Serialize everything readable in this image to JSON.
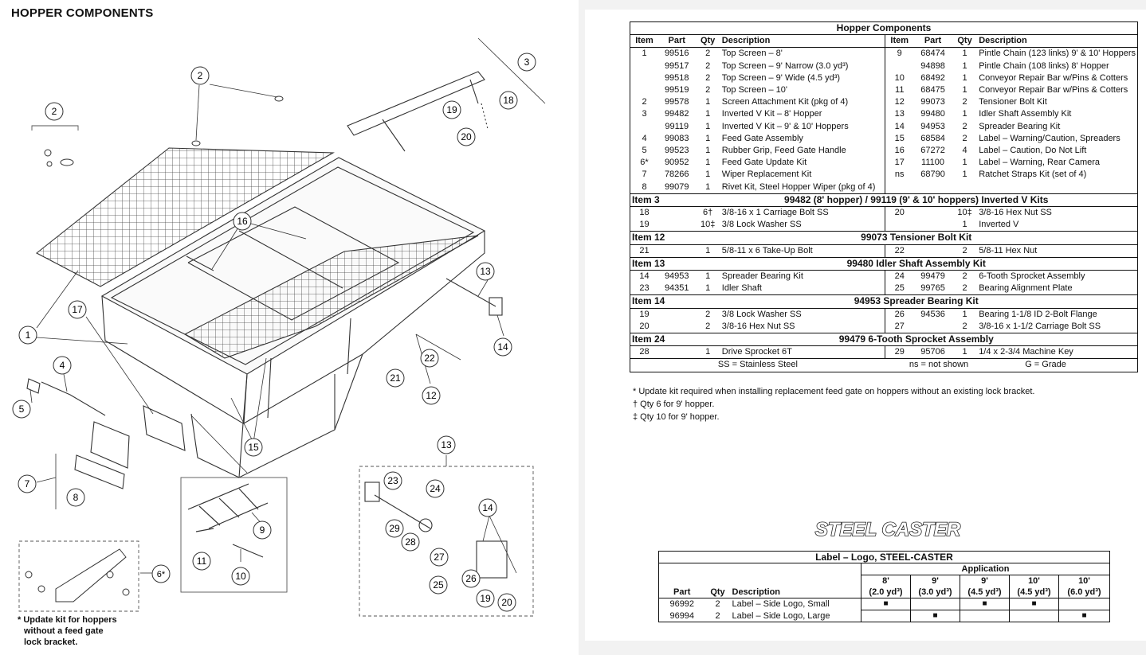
{
  "page_title": "HOPPER COMPONENTS",
  "table": {
    "title": "Hopper Components",
    "headers": [
      "Item",
      "Part",
      "Qty",
      "Description",
      "Item",
      "Part",
      "Qty",
      "Description"
    ],
    "rows": [
      [
        "1",
        "99516",
        "2",
        "Top Screen – 8'",
        "9",
        "68474",
        "1",
        "Pintle Chain (123 links) 9' & 10' Hoppers"
      ],
      [
        "",
        "99517",
        "2",
        "Top Screen – 9' Narrow (3.0 yd³)",
        "",
        "94898",
        "1",
        "Pintle Chain (108 links) 8' Hopper"
      ],
      [
        "",
        "99518",
        "2",
        "Top Screen – 9' Wide (4.5 yd³)",
        "10",
        "68492",
        "1",
        "Conveyor Repair Bar w/Pins & Cotters"
      ],
      [
        "",
        "99519",
        "2",
        "Top Screen – 10'",
        "11",
        "68475",
        "1",
        "Conveyor Repair Bar w/Pins & Cotters"
      ],
      [
        "2",
        "99578",
        "1",
        "Screen Attachment Kit (pkg of 4)",
        "12",
        "99073",
        "2",
        "Tensioner Bolt Kit"
      ],
      [
        "3",
        "99482",
        "1",
        "Inverted V Kit – 8' Hopper",
        "13",
        "99480",
        "1",
        "Idler Shaft Assembly Kit"
      ],
      [
        "",
        "99119",
        "1",
        "Inverted V Kit – 9' & 10' Hoppers",
        "14",
        "94953",
        "2",
        "Spreader Bearing Kit"
      ],
      [
        "4",
        "99083",
        "1",
        "Feed Gate Assembly",
        "15",
        "68584",
        "2",
        "Label – Warning/Caution, Spreaders"
      ],
      [
        "5",
        "99523",
        "1",
        "Rubber Grip, Feed Gate Handle",
        "16",
        "67272",
        "4",
        "Label – Caution, Do Not Lift"
      ],
      [
        "6*",
        "90952",
        "1",
        "Feed Gate Update Kit",
        "17",
        "11100",
        "1",
        "Label – Warning, Rear Camera"
      ],
      [
        "7",
        "78266",
        "1",
        "Wiper Replacement Kit",
        "ns",
        "68790",
        "1",
        "Ratchet Straps Kit (set of 4)"
      ],
      [
        "8",
        "99079",
        "1",
        "Rivet Kit, Steel Hopper Wiper (pkg of 4)",
        "",
        "",
        "",
        ""
      ]
    ],
    "sections": [
      {
        "item": "Item 3",
        "title": "99482 (8' hopper) / 99119 (9' & 10' hoppers)  Inverted V Kits",
        "rows": [
          [
            "18",
            "",
            "6†",
            "3/8-16 x 1 Carriage Bolt SS",
            "20",
            "",
            "10‡",
            "3/8-16 Hex Nut SS"
          ],
          [
            "19",
            "",
            "10‡",
            "3/8 Lock Washer SS",
            "",
            "",
            "1",
            "Inverted V"
          ]
        ]
      },
      {
        "item": "Item 12",
        "title": "99073  Tensioner Bolt Kit",
        "rows": [
          [
            "21",
            "",
            "1",
            "5/8-11 x 6 Take-Up Bolt",
            "22",
            "",
            "2",
            "5/8-11 Hex Nut"
          ]
        ]
      },
      {
        "item": "Item 13",
        "title": "99480  Idler Shaft Assembly Kit",
        "rows": [
          [
            "14",
            "94953",
            "1",
            "Spreader Bearing Kit",
            "24",
            "99479",
            "2",
            "6-Tooth Sprocket Assembly"
          ],
          [
            "23",
            "94351",
            "1",
            "Idler Shaft",
            "25",
            "99765",
            "2",
            "Bearing Alignment Plate"
          ]
        ]
      },
      {
        "item": "Item 14",
        "title": "94953  Spreader Bearing Kit",
        "rows": [
          [
            "19",
            "",
            "2",
            "3/8 Lock Washer SS",
            "26",
            "94536",
            "1",
            "Bearing 1-1/8 ID 2-Bolt Flange"
          ],
          [
            "20",
            "",
            "2",
            "3/8-16 Hex Nut SS",
            "27",
            "",
            "2",
            "3/8-16 x 1-1/2 Carriage Bolt SS"
          ]
        ]
      },
      {
        "item": "Item 24",
        "title": "99479  6-Tooth Sprocket Assembly",
        "rows": [
          [
            "28",
            "",
            "1",
            "Drive Sprocket 6T",
            "29",
            "95706",
            "1",
            "1/4 x 2-3/4 Machine Key"
          ]
        ]
      }
    ],
    "legend": [
      "SS = Stainless Steel",
      "ns = not shown",
      "G = Grade"
    ]
  },
  "notes": [
    "* Update kit required when installing replacement feed gate on hoppers without an existing lock bracket.",
    "† Qty 6 for 9' hopper.",
    "‡ Qty 10 for 9' hopper."
  ],
  "logo_text": "STEEL CASTER",
  "logo_table": {
    "title": "Label – Logo, STEEL-CASTER",
    "application_label": "Application",
    "headers": [
      "Part",
      "Qty",
      "Description"
    ],
    "app_columns": [
      {
        "size": "8'",
        "cap": "(2.0 yd³)"
      },
      {
        "size": "9'",
        "cap": "(3.0 yd³)"
      },
      {
        "size": "9'",
        "cap": "(4.5 yd³)"
      },
      {
        "size": "10'",
        "cap": "(4.5 yd³)"
      },
      {
        "size": "10'",
        "cap": "(6.0 yd³)"
      }
    ],
    "rows": [
      {
        "part": "96992",
        "qty": "2",
        "desc": "Label – Side Logo, Small",
        "marks": [
          "■",
          "",
          "■",
          "■",
          ""
        ]
      },
      {
        "part": "96994",
        "qty": "2",
        "desc": "Label – Side Logo, Large",
        "marks": [
          "",
          "■",
          "",
          "",
          "■"
        ]
      }
    ]
  },
  "diagram": {
    "callouts": [
      "1",
      "2",
      "2",
      "3",
      "4",
      "5",
      "6*",
      "7",
      "8",
      "9",
      "10",
      "11",
      "12",
      "13",
      "13",
      "14",
      "14",
      "15",
      "16",
      "17",
      "18",
      "19",
      "19",
      "20",
      "20",
      "21",
      "22",
      "23",
      "24",
      "25",
      "26",
      "27",
      "28",
      "29"
    ],
    "kit_note": [
      "* Update kit for hoppers",
      "without a feed gate",
      "lock bracket."
    ]
  }
}
